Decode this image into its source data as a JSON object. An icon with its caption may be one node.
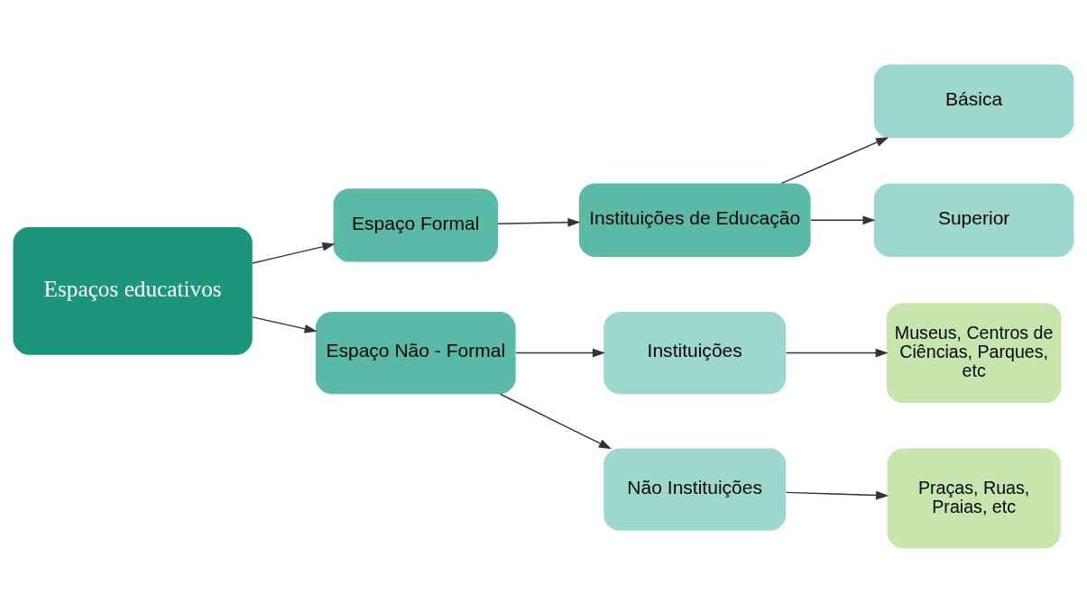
{
  "diagram": {
    "nodes": [
      {
        "text": [
          "Espaços educativos"
        ]
      },
      {
        "text": [
          "Espaço Formal"
        ]
      },
      {
        "text": [
          "Instituições de Educação"
        ]
      },
      {
        "text": [
          "Básica"
        ]
      },
      {
        "text": [
          "Superior"
        ]
      },
      {
        "text": [
          "Espaço Não - Formal"
        ]
      },
      {
        "text": [
          "Instituições"
        ]
      },
      {
        "text": [
          "Museus, Centros de Ciências, Parques, etc"
        ]
      },
      {
        "text": [
          "Não Instituições"
        ]
      },
      {
        "text": [
          "Praças, Ruas, Praias, etc"
        ]
      }
    ],
    "edges": [
      {
        "from": 0,
        "to": 1,
        "arrow": "to"
      },
      {
        "from": 0,
        "to": 5,
        "arrow": "to"
      },
      {
        "from": 1,
        "to": 2,
        "arrow": "to"
      },
      {
        "from": 2,
        "to": 3,
        "arrow": "to"
      },
      {
        "from": 2,
        "to": 4,
        "arrow": "to"
      },
      {
        "from": 5,
        "to": 6,
        "arrow": "to"
      },
      {
        "from": 5,
        "to": 8,
        "arrow": "to"
      },
      {
        "from": 6,
        "to": 7,
        "arrow": "to"
      },
      {
        "from": 8,
        "to": 9,
        "arrow": "to"
      }
    ]
  }
}
